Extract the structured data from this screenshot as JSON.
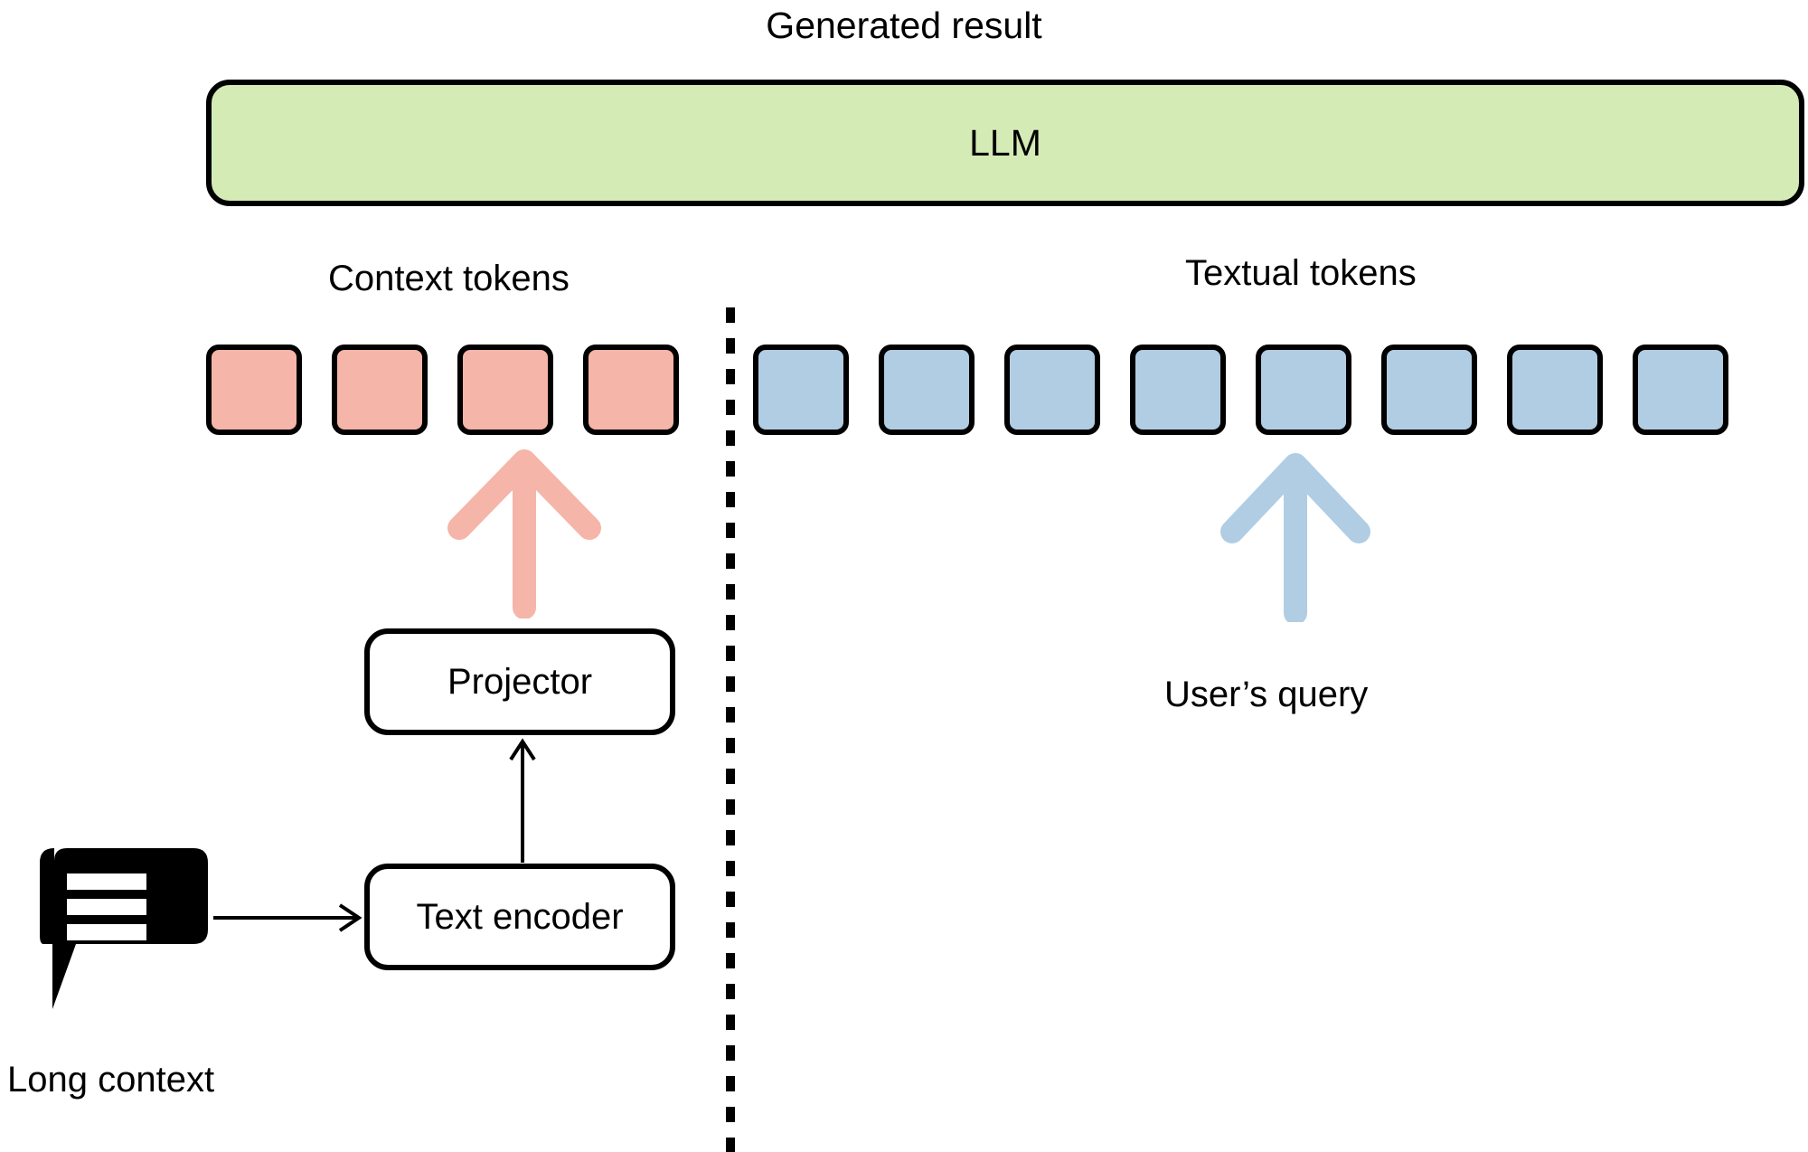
{
  "diagram": {
    "title": "Generated result",
    "llm": {
      "label": "LLM",
      "fill": "#d4ebb5",
      "stroke": "#000000"
    },
    "sections": {
      "context_label": "Context tokens",
      "textual_label": "Textual tokens"
    },
    "tokens": {
      "context": {
        "count": 4,
        "fill": "#f5b5a8",
        "items": [
          "",
          "",
          "",
          ""
        ]
      },
      "textual": {
        "count": 8,
        "fill": "#b1cde3",
        "items": [
          "",
          "",
          "",
          "",
          "",
          "",
          "",
          ""
        ]
      }
    },
    "arrows": {
      "context_arrow": {
        "name": "context-up-arrow",
        "color": "#f5b5a8"
      },
      "query_arrow": {
        "name": "query-up-arrow",
        "color": "#b1cde3"
      },
      "encoder_to_projector": {
        "name": "encoder-to-projector-arrow",
        "color": "#000000"
      },
      "context_to_encoder": {
        "name": "long-context-to-encoder-arrow",
        "color": "#000000"
      }
    },
    "boxes": {
      "projector": "Projector",
      "text_encoder": "Text encoder"
    },
    "labels": {
      "long_context": "Long context",
      "user_query": "User’s query"
    },
    "divider": {
      "name": "modality-divider",
      "style": "dashed",
      "color": "#000000"
    },
    "icons": {
      "long_context_icon": "speech-bubble-icon"
    }
  }
}
